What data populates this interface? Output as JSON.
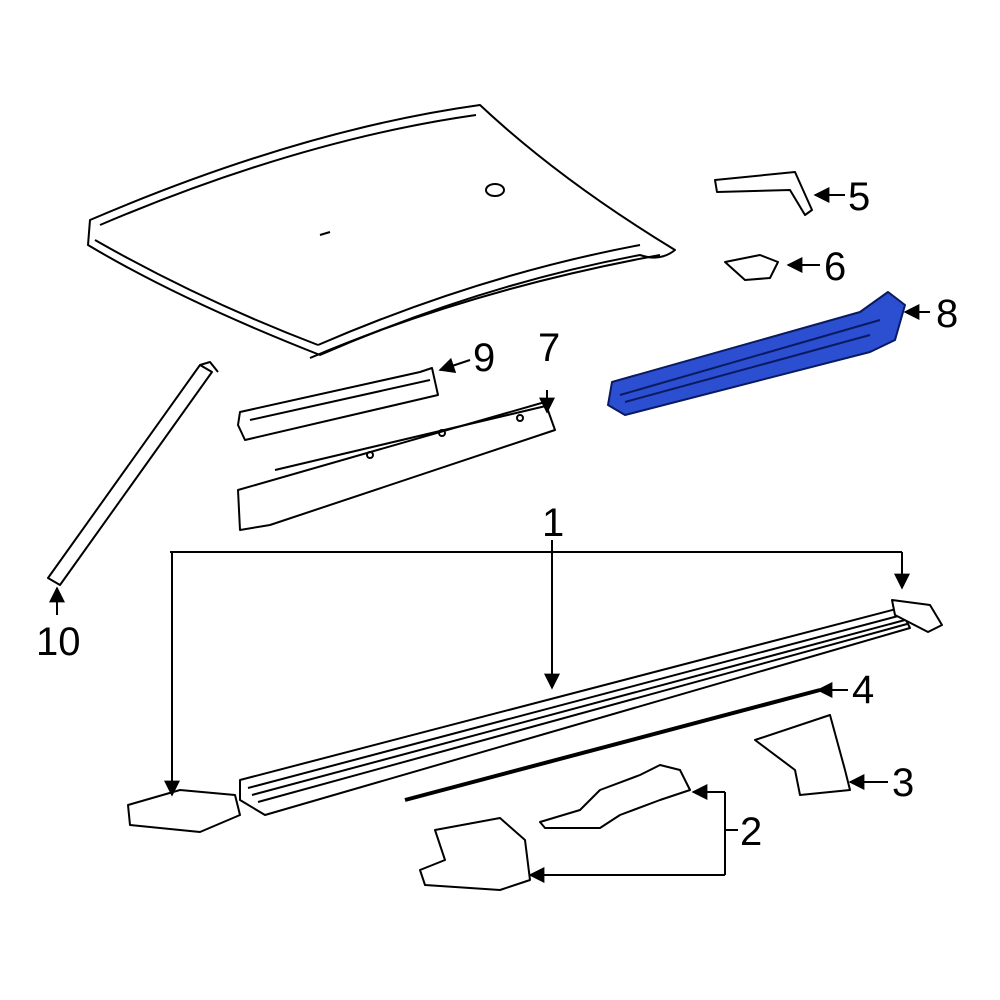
{
  "diagram": {
    "highlight_color": "#2b4fd0",
    "callouts": [
      {
        "id": "1",
        "label": "1"
      },
      {
        "id": "2",
        "label": "2"
      },
      {
        "id": "3",
        "label": "3"
      },
      {
        "id": "4",
        "label": "4"
      },
      {
        "id": "5",
        "label": "5"
      },
      {
        "id": "6",
        "label": "6"
      },
      {
        "id": "7",
        "label": "7"
      },
      {
        "id": "8",
        "label": "8"
      },
      {
        "id": "9",
        "label": "9"
      },
      {
        "id": "10",
        "label": "10"
      }
    ]
  }
}
